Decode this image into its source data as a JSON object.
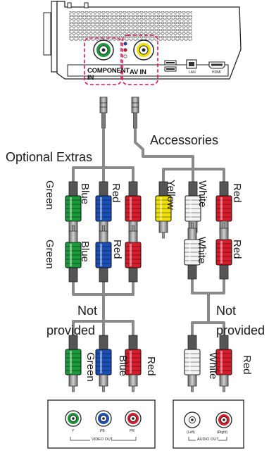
{
  "device": {
    "port_labels": {
      "component": "COMPONENT\nIN",
      "av": "AV IN"
    },
    "small_labels": [
      "LAN",
      "HDMI"
    ]
  },
  "labels": {
    "optional_extras": "Optional Extras",
    "accessories": "Accessories",
    "not_provided_1_line1": "Not",
    "not_provided_1_line2": "provided",
    "not_provided_2_line1": "Not",
    "not_provided_2_line2": "provided"
  },
  "cables": {
    "component_group_1": [
      "Green",
      "Blue",
      "Red"
    ],
    "av_group_1": [
      "Yellow",
      "White",
      "Red"
    ],
    "component_group_2": [
      "Green",
      "Blue",
      "Red"
    ],
    "audio_group_2": [
      "White",
      "Red"
    ],
    "component_group_3": [
      "Green",
      "Blue",
      "Red"
    ],
    "audio_group_3": [
      "White",
      "Red"
    ]
  },
  "tv_panels": {
    "video": {
      "jacks": [
        "Y",
        "PB",
        "PR"
      ],
      "caption": "VIDEO OUT"
    },
    "audio": {
      "jacks": [
        "(Left)",
        "(Right)"
      ],
      "caption": "AUDIO OUT"
    }
  },
  "colors": {
    "green": "#1a9a3a",
    "blue": "#1a4fb8",
    "red": "#d81c2c",
    "yellow": "#f0e000",
    "white": "#f4f4f4",
    "cable": "#8a8a8a",
    "highlight": "#e0145a"
  }
}
